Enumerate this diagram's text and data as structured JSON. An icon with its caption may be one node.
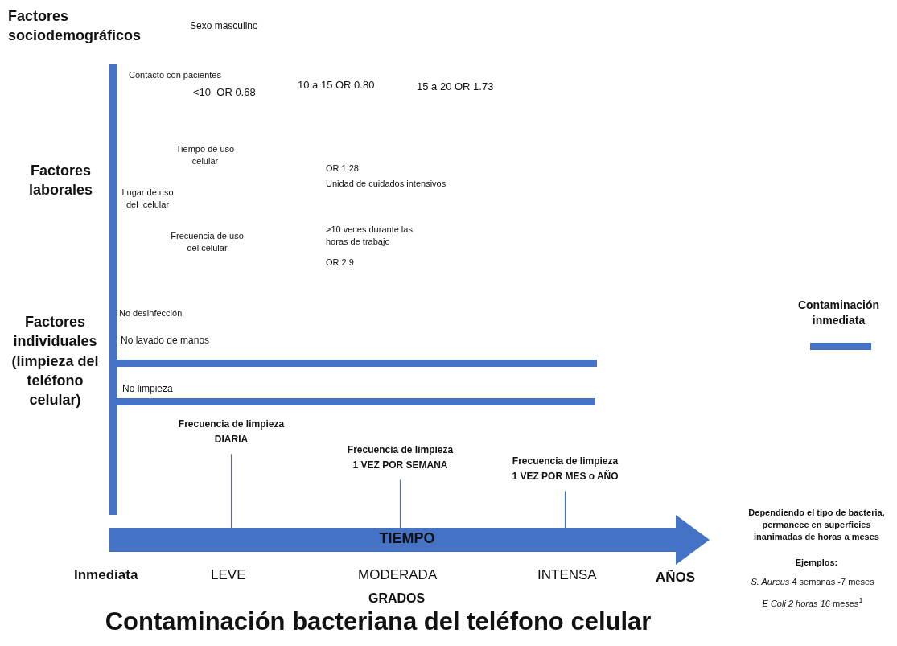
{
  "diagram": {
    "title": "Contaminación bacteriana del teléfono celular",
    "nodes": [
      {
        "text": [
          "Frecuencia de limpieza",
          "DIARIA"
        ]
      },
      {
        "text": [
          "Frecuencia de limpieza",
          "1 VEZ POR SEMANA"
        ]
      },
      {
        "text": [
          "Frecuencia de limpieza",
          "1 VEZ POR MES o AÑO"
        ]
      },
      {
        "text": [
          "TIEMPO"
        ]
      }
    ],
    "edges": [
      {
        "from": 0,
        "to": 3,
        "arrow": "none"
      },
      {
        "from": 1,
        "to": 3,
        "arrow": "none"
      },
      {
        "from": 2,
        "to": 3,
        "arrow": "none"
      }
    ],
    "labels": [
      "Factores sociodemográficos",
      "Sexo masculino",
      "Contacto con pacientes",
      "<10  OR 0.68",
      "10 a 15 OR 0.80",
      "15 a 20 OR 1.73",
      "Tiempo de uso celular",
      "Factores laborales",
      "OR 1.28",
      "Unidad de cuidados intensivos",
      "Lugar de uso del  celular",
      "Frecuencia de uso del celular",
      ">10 veces durante las horas de trabajo",
      "OR 2.9",
      "No desinfección",
      "Factores individuales (limpieza del teléfono celular)",
      "No lavado de manos",
      "No limpieza",
      "Inmediata",
      "LEVE",
      "MODERADA",
      "INTENSA",
      "AÑOS",
      "GRADOS",
      "Dependiendo el tipo de bacteria, permanece en superficies inanimadas de horas a meses",
      "Ejemplos:",
      "*S. Aureus*  4 semanas -7 meses",
      "*E Coli  2 horas 16* meses$^{1}$"
    ],
    "legend": [
      {
        "text": "Contaminación inmediata",
        "color": "#4472c4"
      }
    ]
  }
}
